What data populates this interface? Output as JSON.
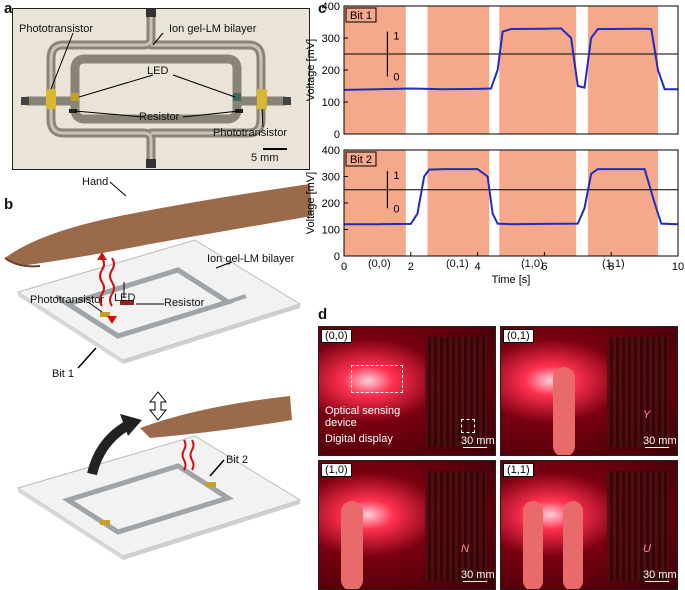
{
  "panels": {
    "a": {
      "letter": "a",
      "labels": {
        "phototransistor_top": "Phototransistor",
        "bilayer": "Ion gel-LM bilayer",
        "led": "LED",
        "resistor": "Resistor",
        "phototransistor_bottom": "Phototransistor",
        "scale": "5 mm"
      }
    },
    "b": {
      "letter": "b",
      "labels": {
        "hand": "Hand",
        "bilayer": "Ion gel-LM bilayer",
        "phototransistor": "Phototransistor",
        "led": "LED",
        "resistor": "Resistor",
        "bit1": "Bit 1",
        "bit2": "Bit 2"
      }
    },
    "c": {
      "letter": "c",
      "threshold_up": "1",
      "threshold_down": "0",
      "states": [
        "(0,0)",
        "(0,1)",
        "(1,0)",
        "(1,1)"
      ]
    },
    "d": {
      "letter": "d",
      "tiles": [
        {
          "state": "(0,0)",
          "scale": "30 mm",
          "digit": ""
        },
        {
          "state": "(0,1)",
          "scale": "30 mm",
          "digit": "Y"
        },
        {
          "state": "(1,0)",
          "scale": "30 mm",
          "digit": "N"
        },
        {
          "state": "(1,1)",
          "scale": "30 mm",
          "digit": "U"
        }
      ],
      "labels": {
        "sensing": "Optical sensing",
        "sensing2": "device",
        "display": "Digital display"
      }
    }
  },
  "chart_data": [
    {
      "type": "line",
      "title": "Bit 1",
      "xlabel": "",
      "ylabel": "Voltage [mV]",
      "xlim": [
        0,
        10
      ],
      "ylim": [
        0,
        400
      ],
      "yticks": [
        0,
        100,
        200,
        300,
        400
      ],
      "threshold": 250,
      "shaded_intervals": [
        [
          0,
          1.85
        ],
        [
          2.5,
          4.35
        ],
        [
          4.65,
          6.95
        ],
        [
          7.3,
          9.4
        ]
      ],
      "shade_color": "#f5a88a",
      "line_color": "#1f2dbf",
      "series": [
        {
          "x": [
            0,
            1,
            2,
            3,
            4,
            4.4,
            4.6,
            4.75,
            5,
            6,
            6.5,
            6.8,
            7.0,
            7.2,
            7.4,
            7.6,
            8,
            9,
            9.2,
            9.4,
            9.6,
            10
          ],
          "values": [
            138,
            140,
            142,
            140,
            141,
            142,
            200,
            320,
            328,
            329,
            330,
            300,
            150,
            145,
            300,
            328,
            328,
            329,
            328,
            200,
            140,
            140
          ]
        }
      ]
    },
    {
      "type": "line",
      "title": "Bit 2",
      "xlabel": "Time [s]",
      "ylabel": "Voltage [mV]",
      "xlim": [
        0,
        10
      ],
      "ylim": [
        0,
        400
      ],
      "xticks": [
        0,
        2,
        4,
        6,
        8,
        10
      ],
      "yticks": [
        0,
        100,
        200,
        300,
        400
      ],
      "threshold": 250,
      "shaded_intervals": [
        [
          0,
          1.85
        ],
        [
          2.5,
          4.35
        ],
        [
          4.65,
          6.95
        ],
        [
          7.3,
          9.4
        ]
      ],
      "shade_color": "#f5a88a",
      "line_color": "#1f2dbf",
      "series": [
        {
          "x": [
            0,
            1,
            2,
            2.2,
            2.4,
            2.55,
            3,
            4,
            4.3,
            4.45,
            4.6,
            5,
            6,
            7,
            7.2,
            7.4,
            7.6,
            8,
            9,
            9.3,
            9.5,
            10
          ],
          "values": [
            120,
            120,
            121,
            160,
            300,
            326,
            328,
            328,
            300,
            160,
            122,
            120,
            121,
            122,
            180,
            310,
            328,
            328,
            328,
            200,
            122,
            120
          ]
        }
      ]
    }
  ]
}
